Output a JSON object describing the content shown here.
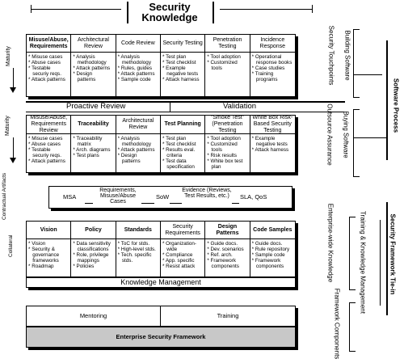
{
  "title_line1": "Security",
  "title_line2": "Knowledge",
  "touchpoints": {
    "columns": [
      {
        "header": "Misuse/Abuse, Requirements",
        "bold": true,
        "items": [
          "* Misuse cases",
          "* Abuse cases",
          "* Testable",
          "  securiy reqs.",
          "* Attack patterns"
        ]
      },
      {
        "header": "Architectural Review",
        "bold": false,
        "items": [
          "* Analysis",
          "  methodology",
          "* Attack patterns",
          "* Design",
          "  patterns"
        ]
      },
      {
        "header": "Code Review",
        "bold": false,
        "items": [
          "* Analysis",
          "  methodology",
          "* Rules, guides",
          "* Attack patterns",
          "* Sample code"
        ]
      },
      {
        "header": "Security Testing",
        "bold": false,
        "items": [
          "* Test plan",
          "* Test checklist",
          "* Example",
          "  negative tests",
          "* Attack harness"
        ]
      },
      {
        "header": "Penetration Testing",
        "bold": false,
        "items": [
          "* Tool adoption",
          "* Customized",
          "  tools"
        ]
      },
      {
        "header": "Incidence Response",
        "bold": false,
        "items": [
          "* Operational",
          "  response books",
          "* Case studies",
          "* Training",
          "  programs"
        ]
      }
    ]
  },
  "outsource": {
    "columns": [
      {
        "header": "Misuse/Abuse, Requirements Review",
        "bold": false,
        "items": [
          "* Misuse cases",
          "* Abuse cases",
          "* Testable",
          "  securiy reqs.",
          "* Attack patterns"
        ]
      },
      {
        "header": "Traceability",
        "bold": true,
        "items": [
          "* Traceability",
          "  matrix",
          "* Arch. diagrams",
          "* Test plans"
        ]
      },
      {
        "header": "Architectural Review",
        "bold": false,
        "items": [
          "* Analysis",
          "  methodology",
          "* Attack patterns",
          "* Design",
          "  patterns"
        ]
      },
      {
        "header": "Test Planning",
        "bold": true,
        "items": [
          "* Test plan",
          "* Test checklist",
          "* Results eval.",
          "  criteria",
          "* Test data",
          "  specification"
        ]
      },
      {
        "header": "\"Smoke Test\" (Penetration Testing",
        "bold": false,
        "items": [
          "* Tool adoption",
          "* Customized",
          "  tools",
          "* Risk results",
          "* White box test",
          "  plan"
        ]
      },
      {
        "header": "White Box Risk-Based Security Testing",
        "bold": false,
        "items": [
          "* Example",
          "  negative tests",
          "* Attack harness"
        ]
      }
    ]
  },
  "collateral": {
    "columns": [
      {
        "header": "Vision",
        "bold": true,
        "items": [
          "* Vision",
          "* Security &",
          "  governance",
          "  frameworks",
          "* Roadmap"
        ]
      },
      {
        "header": "Policy",
        "bold": true,
        "items": [
          "* Data sensitivity",
          "  classifications",
          "* Role, privilege",
          "  mappings",
          "* Policies"
        ]
      },
      {
        "header": "Standards",
        "bold": true,
        "items": [
          "* ToC for stds.",
          "* High-level stds.",
          "* Tech. specific",
          "  stds."
        ]
      },
      {
        "header": "Security Requirements",
        "bold": false,
        "items": [
          "* Organization-",
          "  wide",
          "* Compliance",
          "* App. specific",
          "* Resist attack"
        ]
      },
      {
        "header": "Design Patterns",
        "bold": true,
        "items": [
          "* Guide docs.",
          "* Dev. scenarios",
          "* Ref. arch.",
          "* Framework",
          "  components"
        ]
      },
      {
        "header": "Code Samples",
        "bold": true,
        "items": [
          "* Guide docs.",
          "* Rule repository",
          "* Sample code",
          "* Framework",
          "  components"
        ]
      }
    ]
  },
  "artifacts": [
    "MSA",
    "Requirements, Misuse/Abuse Cases",
    "SoW",
    "Evidence (Reviews, Test Results, etc.)",
    "SLA, QoS"
  ],
  "labels": {
    "proactive_review": "Proactive Review",
    "validation": "Validation",
    "knowledge_management": "Knowledge Management",
    "mentoring": "Mentoring",
    "training": "Training",
    "enterprise_framework": "Enterprise Security Framework",
    "maturity_1": "Maturity",
    "maturity_2": "Maturity",
    "contractual": "Contractual Artifacts",
    "collateral": "Collateral"
  },
  "side_labels": {
    "security_touchpoints": "Security Touchpoints",
    "building_software": "Building Software",
    "outsource_assurance": "Outsource Assurance",
    "buying_software": "Buying Software",
    "software_process": "Software Process",
    "enterprise_knowledge": "Enterprise-wide Knowledge",
    "training_km": "Training & Knowledge Management",
    "framework_components": "Framework Components",
    "security_framework_tiein": "Security Framework Tie-in"
  }
}
